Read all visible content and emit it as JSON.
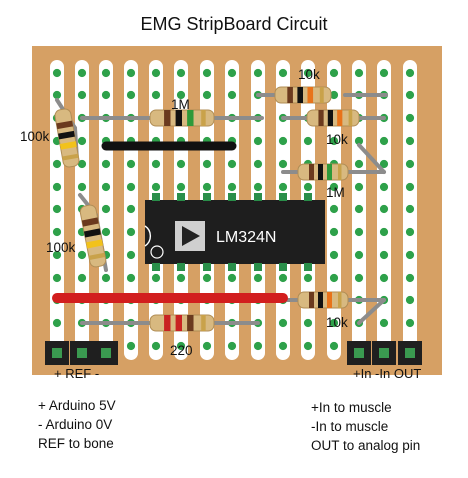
{
  "title": "EMG StripBoard Circuit",
  "ic": {
    "label": "LM324N"
  },
  "resistors": [
    {
      "id": "r-1m-top",
      "value": "1M",
      "bands": [
        "#6b3a1e",
        "#111111",
        "#2e9a3a"
      ]
    },
    {
      "id": "r-10k-a",
      "value": "10k",
      "bands": [
        "#6b3a1e",
        "#111111",
        "#e8731a"
      ]
    },
    {
      "id": "r-10k-b",
      "value": "10k",
      "bands": [
        "#6b3a1e",
        "#111111",
        "#e8731a"
      ]
    },
    {
      "id": "r-1m-mid",
      "value": "1M",
      "bands": [
        "#6b3a1e",
        "#111111",
        "#2e9a3a"
      ]
    },
    {
      "id": "r-100k-a",
      "value": "100k",
      "bands": [
        "#6b3a1e",
        "#111111",
        "#f2c21b"
      ]
    },
    {
      "id": "r-100k-b",
      "value": "100k",
      "bands": [
        "#6b3a1e",
        "#111111",
        "#f2c21b"
      ]
    },
    {
      "id": "r-10k-c",
      "value": "10k",
      "bands": [
        "#6b3a1e",
        "#111111",
        "#e8731a"
      ]
    },
    {
      "id": "r-220",
      "value": "220",
      "bands": [
        "#c92222",
        "#c92222",
        "#6b3a1e"
      ]
    }
  ],
  "left_header": {
    "label": "+  REF  -"
  },
  "right_header": {
    "label": "+In -In OUT"
  },
  "notes_left": [
    "+ Arduino 5V",
    "-  Arduino 0V",
    "REF to bone"
  ],
  "notes_right": [
    "+In to muscle",
    "-In to muscle",
    "OUT to analog pin"
  ],
  "colors": {
    "board": "#d6a064",
    "strip": "#ffffff",
    "hole": "#2ea14a",
    "jumper_black": "#111111",
    "jumper_red": "#d21e1e",
    "wire": "#8c8c8c",
    "resistor_body": "#d8b980",
    "ic_body": "#1e1e1e"
  }
}
